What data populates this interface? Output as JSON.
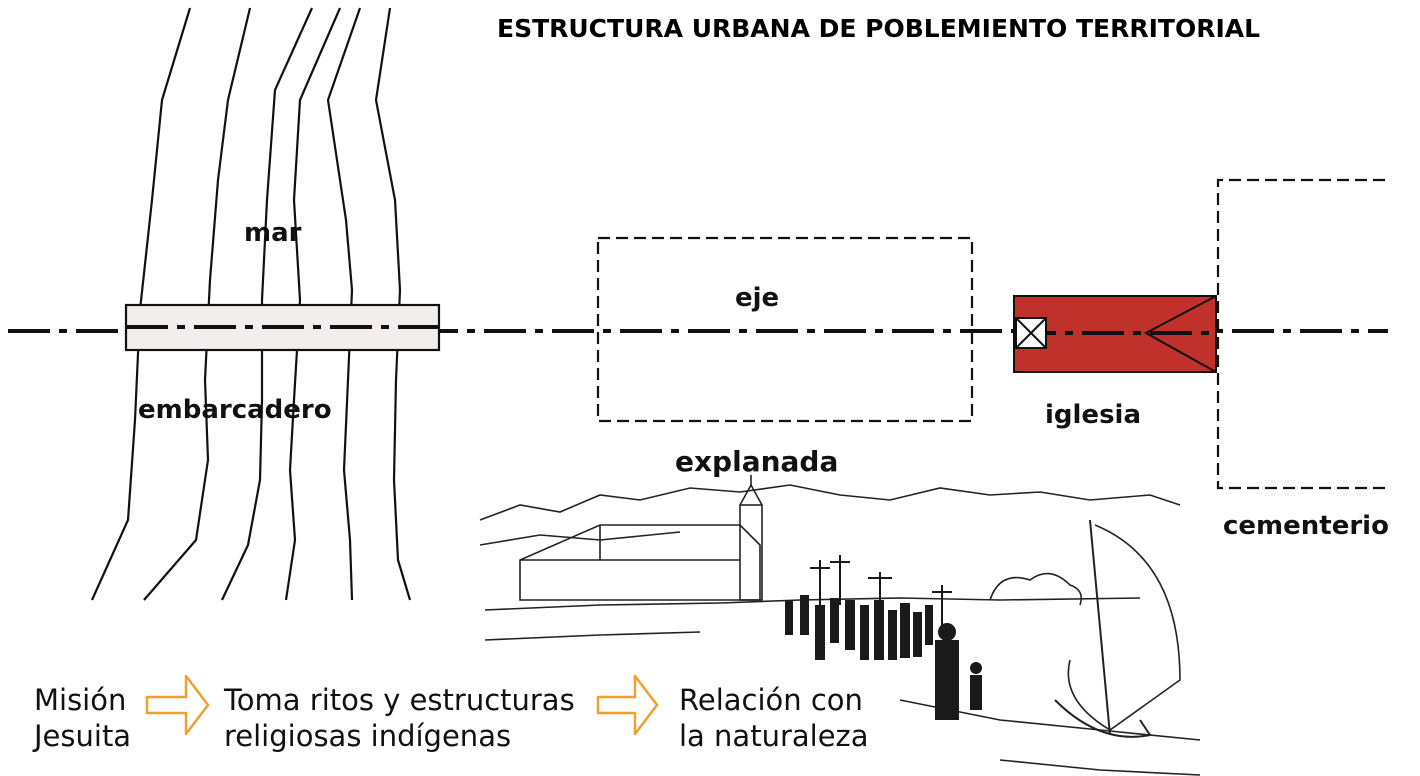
{
  "title": "ESTRUCTURA URBANA DE POBLEMIENTO TERRITORIAL",
  "labels": {
    "sea": "mar",
    "pier": "embarcadero",
    "axis": "eje",
    "esplanade": "explanada",
    "church": "iglesia",
    "cemetery": "cementerio"
  },
  "flow": {
    "step1_line1": "Misión",
    "step1_line2": "Jesuita",
    "step2_line1": "Toma ritos y estructuras",
    "step2_line2": "religiosas indígenas",
    "step3_line1": "Relación con",
    "step3_line2": "la naturaleza"
  },
  "colors": {
    "church_fill": "#c0312c",
    "arrow_stroke": "#f0a030",
    "line": "#111111",
    "pier_fill": "#f4eded"
  },
  "icons": [
    "flow-arrow-icon",
    "church-altar-icon"
  ]
}
